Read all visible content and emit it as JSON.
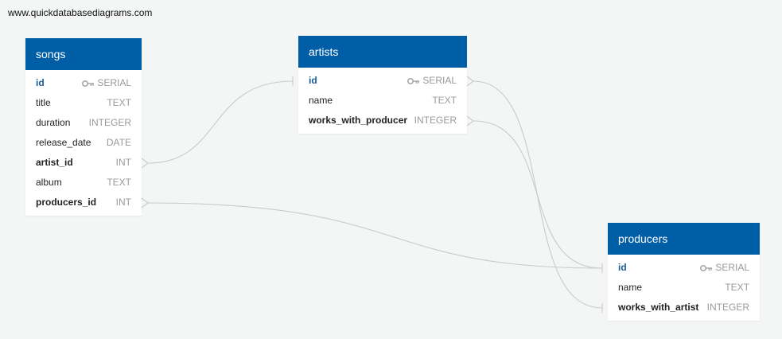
{
  "site": {
    "url": "www.quickdatabasediagrams.com"
  },
  "colors": {
    "header": "#005ea6",
    "primary_key_text": "#1a5c96",
    "type_text": "#9a9a9a",
    "connector": "#c9cbcb",
    "background": "#f4f6f5"
  },
  "tables": {
    "songs": {
      "title": "songs",
      "rows": [
        {
          "name": "id",
          "type": "SERIAL",
          "key": true
        },
        {
          "name": "title",
          "type": "TEXT"
        },
        {
          "name": "duration",
          "type": "INTEGER"
        },
        {
          "name": "release_date",
          "type": "DATE"
        },
        {
          "name": "artist_id",
          "type": "INT"
        },
        {
          "name": "album",
          "type": "TEXT"
        },
        {
          "name": "producers_id",
          "type": "INT"
        }
      ]
    },
    "artists": {
      "title": "artists",
      "rows": [
        {
          "name": "id",
          "type": "SERIAL",
          "key": true
        },
        {
          "name": "name",
          "type": "TEXT"
        },
        {
          "name": "works_with_producer",
          "type": "INTEGER"
        }
      ]
    },
    "producers": {
      "title": "producers",
      "rows": [
        {
          "name": "id",
          "type": "SERIAL",
          "key": true
        },
        {
          "name": "name",
          "type": "TEXT"
        },
        {
          "name": "works_with_artist",
          "type": "INTEGER"
        }
      ]
    }
  },
  "relationships": [
    {
      "from": "songs.artist_id",
      "to": "artists.id"
    },
    {
      "from": "songs.producers_id",
      "to": "producers.id"
    },
    {
      "from": "artists.id",
      "to": "producers.works_with_artist"
    },
    {
      "from": "artists.works_with_producer",
      "to": "producers.id"
    }
  ]
}
